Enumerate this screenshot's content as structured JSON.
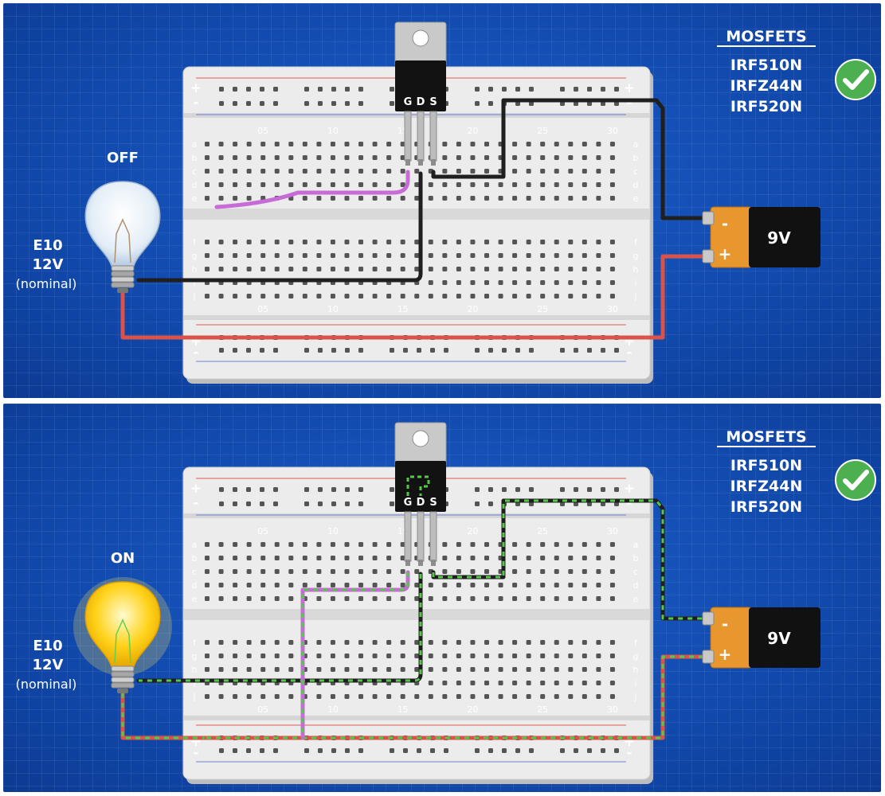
{
  "panels": [
    {
      "state_label": "OFF",
      "bulb_on": true,
      "wire_pattern": "plain"
    },
    {
      "state_label": "ON",
      "bulb_on": true,
      "wire_pattern": "dashed-current"
    }
  ],
  "bulb": {
    "type": "E10",
    "voltage": "12V",
    "note": "(nominal)"
  },
  "mosfets": {
    "title": "MOSFETS",
    "parts": [
      "IRF510N",
      "IRFZ44N",
      "IRF520N"
    ],
    "check_icon": "check-circle-icon"
  },
  "transistor_pins": [
    "G",
    "D",
    "S"
  ],
  "battery": {
    "label": "9V",
    "minus": "-",
    "plus": "+"
  },
  "breadboard": {
    "column_numbers": [
      "05",
      "10",
      "15",
      "20",
      "25",
      "30"
    ],
    "row_letters_top": [
      "a",
      "b",
      "c",
      "d",
      "e"
    ],
    "row_letters_bottom": [
      "f",
      "g",
      "h",
      "i",
      "j"
    ],
    "rail_plus": "+",
    "rail_minus": "-"
  },
  "colors": {
    "background": "#1350b8",
    "wire_black": "#1f1f1f",
    "wire_red": "#d9534a",
    "wire_purple": "#c76bd6",
    "current_dash": "#55c84a",
    "check_green": "#4caf50",
    "battery_orange": "#e8962e"
  }
}
